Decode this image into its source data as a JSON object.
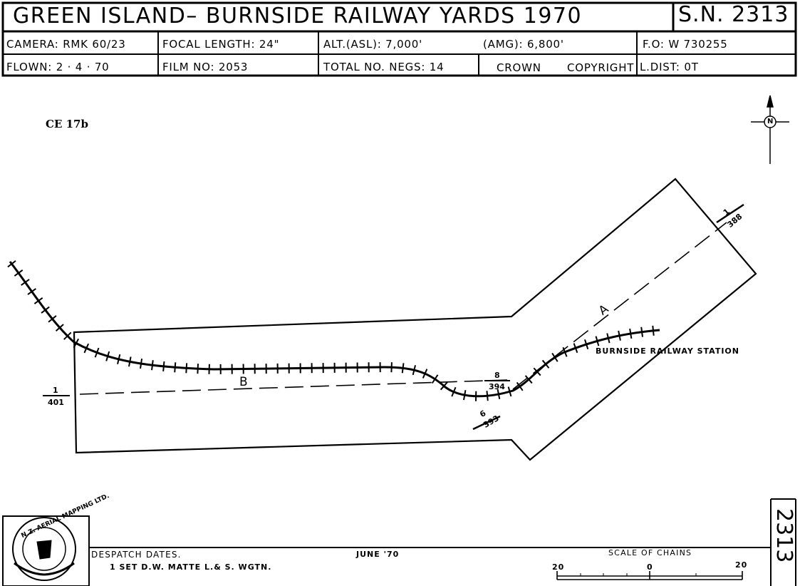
{
  "header": {
    "title": "GREEN  ISLAND– BURNSIDE  RAILWAY  YARDS  1970",
    "sheet_number": "S.N. 2313",
    "camera": "CAMERA:  RMK  60/23",
    "focal_length": "FOCAL  LENGTH:  24\"",
    "alt_asl": "ALT.(ASL):  7,000'",
    "amg": "(AMG): 6,800'",
    "fo": "F.O:  W 730255",
    "flown": "FLOWN:  2 · 4 · 70",
    "film_no": "FILM  NO:  2053",
    "total_negs": "TOTAL  NO.  NEGS: 14",
    "crown": "CROWN",
    "copyright": "COPYRIGHT",
    "l_dist": "L.DIST:  0T"
  },
  "map": {
    "code": "CE 17b",
    "north_label": "N",
    "run_a_label": "A",
    "run_b_label": "B",
    "station_label": "BURNSIDE  RAILWAY  STATION",
    "frames": [
      {
        "top": "1",
        "bottom": "401"
      },
      {
        "top": "8",
        "bottom": "394"
      },
      {
        "top": "6",
        "bottom": "393"
      },
      {
        "top": "1",
        "bottom": "388"
      }
    ]
  },
  "footer": {
    "sheet_number_vertical": "2313",
    "logo_text": "N.Z. AERIAL MAPPING LTD.",
    "despatch_label": "DESPATCH  DATES.",
    "despatch_detail": "1  SET    D.W.  MATTE    L.& S.  WGTN.",
    "date": "JUNE  '70",
    "scale_title": "SCALE  OF  CHAINS",
    "scale_left": "20",
    "scale_mid": "0",
    "scale_right": "20"
  }
}
